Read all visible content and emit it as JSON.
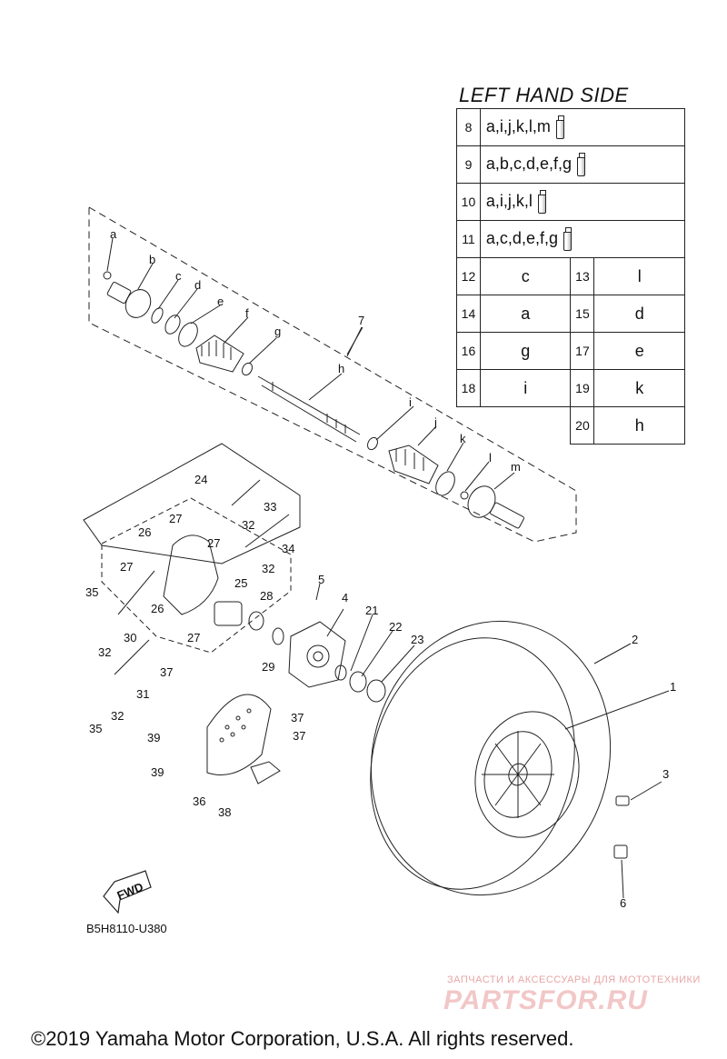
{
  "table": {
    "title": "LEFT HAND SIDE",
    "wide_rows": [
      {
        "num": "8",
        "letters": "a,i,j,k,l,m",
        "icon": "grease-tube-icon"
      },
      {
        "num": "9",
        "letters": "a,b,c,d,e,f,g",
        "icon": "grease-tube-icon"
      },
      {
        "num": "10",
        "letters": "a,i,j,k,l",
        "icon": "grease-tube-icon"
      },
      {
        "num": "11",
        "letters": "a,c,d,e,f,g",
        "icon": "grease-tube-icon"
      }
    ],
    "pair_rows": [
      {
        "left_num": "12",
        "left_val": "c",
        "right_num": "13",
        "right_val": "l"
      },
      {
        "left_num": "14",
        "left_val": "a",
        "right_num": "15",
        "right_val": "d"
      },
      {
        "left_num": "16",
        "left_val": "g",
        "right_num": "17",
        "right_val": "e"
      },
      {
        "left_num": "18",
        "left_val": "i",
        "right_num": "19",
        "right_val": "k"
      },
      {
        "left_num": "",
        "left_val": "",
        "right_num": "20",
        "right_val": "h"
      }
    ]
  },
  "letter_callouts": [
    "a",
    "b",
    "c",
    "d",
    "e",
    "f",
    "g",
    "h",
    "i",
    "j",
    "k",
    "l",
    "m"
  ],
  "number_callouts": [
    "1",
    "2",
    "3",
    "4",
    "5",
    "6",
    "7",
    "21",
    "22",
    "23",
    "24",
    "25",
    "26",
    "26",
    "27",
    "27",
    "27",
    "27",
    "28",
    "29",
    "30",
    "31",
    "32",
    "32",
    "32",
    "32",
    "33",
    "34",
    "35",
    "35",
    "36",
    "37",
    "37",
    "37",
    "38",
    "39",
    "39"
  ],
  "fwd_label": "FWD",
  "diagram_ref": "B5H8110-U380",
  "watermark_top": "ЗАПЧАСТИ И АКСЕССУАРЫ ДЛЯ МОТОТЕХНИКИ",
  "watermark_logo": "PARTSFOR.RU",
  "copyright": "©2019 Yamaha Motor Corporation, U.S.A. All rights reserved."
}
